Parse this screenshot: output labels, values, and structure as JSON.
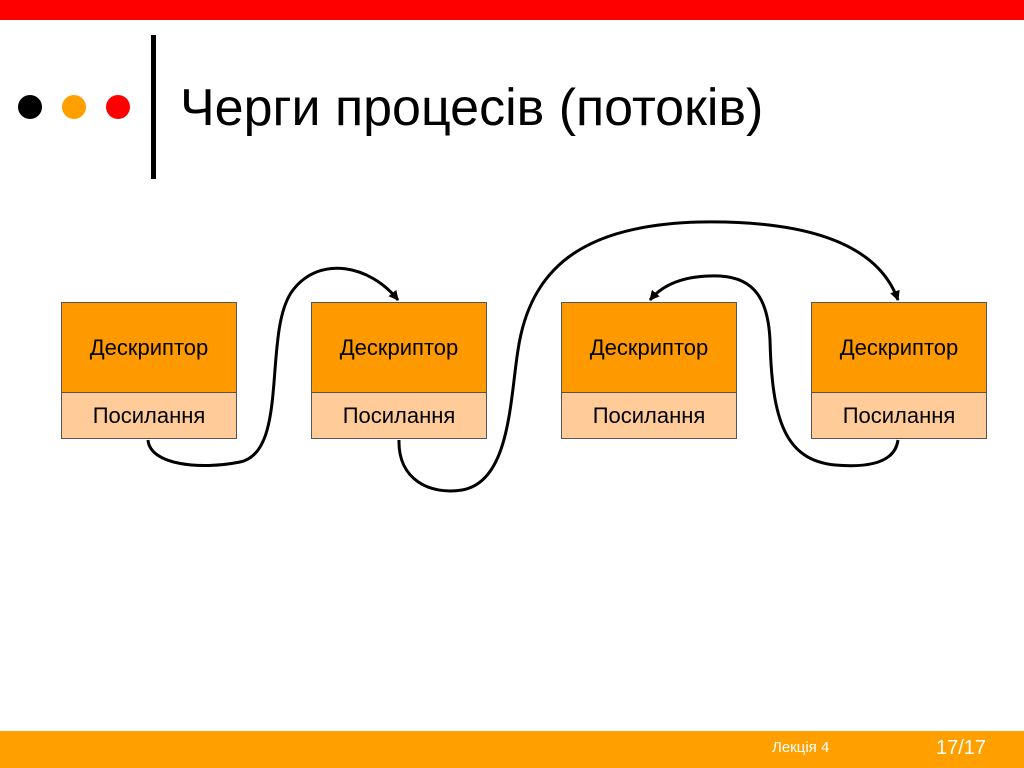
{
  "colors": {
    "top_bar": "#ff0000",
    "bottom_bar": "#ffa000",
    "dots": [
      "#000000",
      "#ffa000",
      "#ff0000"
    ],
    "node_top_fill": "#ff9900",
    "node_bottom_fill": "#ffcc99",
    "link_stroke": "#000000"
  },
  "title": "Черги процесів (потоків)",
  "nodes": [
    {
      "descriptor": "Дескриптор",
      "reference": "Посилання"
    },
    {
      "descriptor": "Дескриптор",
      "reference": "Посилання"
    },
    {
      "descriptor": "Дескриптор",
      "reference": "Посилання"
    },
    {
      "descriptor": "Дескриптор",
      "reference": "Посилання"
    }
  ],
  "footer": {
    "lecture": "Лекція 4",
    "page": "17/17"
  }
}
